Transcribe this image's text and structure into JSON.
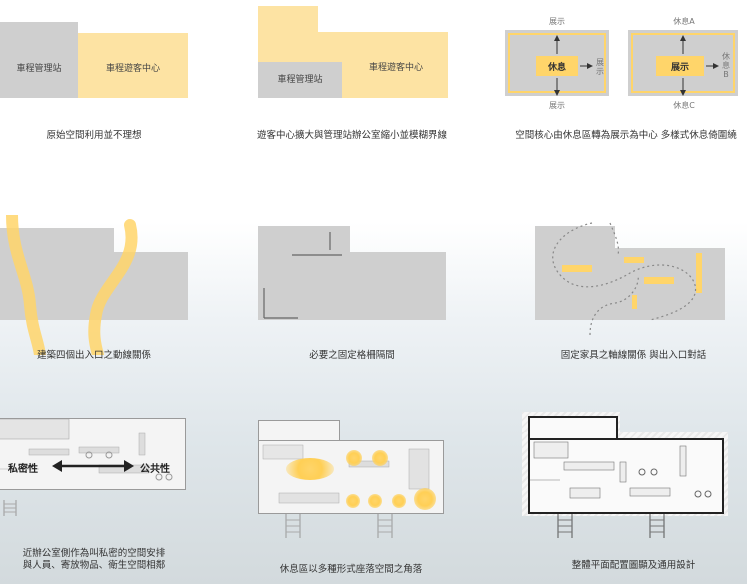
{
  "row1": {
    "panel1": {
      "gray_label": "車程管理站",
      "yellow_label": "車程遊客中心",
      "caption": "原始空間利用並不理想"
    },
    "panel2": {
      "gray_label": "車程管理站",
      "yellow_label": "車程遊客中心",
      "caption": "遊客中心擴大與管理站辦公室縮小並模糊界線"
    },
    "panel3": {
      "left": {
        "top": "展示",
        "bottom": "展示",
        "center": "休息",
        "right": "展示"
      },
      "right": {
        "top": "休息A",
        "bottom": "休息C",
        "center": "展示",
        "right": "休息B"
      },
      "caption": "空間核心由休息區轉為展示為中心 多樣式休息倚圍繞"
    }
  },
  "row2": {
    "caption1": "建築四個出入口之動線關係",
    "caption2": "必要之固定格柵隔間",
    "caption3": "固定家具之軸線關係 與出入口對話"
  },
  "row3": {
    "panel1": {
      "private_label": "私密性",
      "public_label": "公共性",
      "caption_line1": "近辦公室側作為叫私密的空間安排",
      "caption_line2": "與人員、寄放物品、衛生空間相鄰"
    },
    "caption2": "休息區以多種形式座落空間之角落",
    "caption3": "整體平面配置圖顯及通用設計"
  },
  "colors": {
    "gray": "#cfcfcf",
    "yellow": "#fde3a3",
    "accent_yellow": "#ffd56a"
  }
}
